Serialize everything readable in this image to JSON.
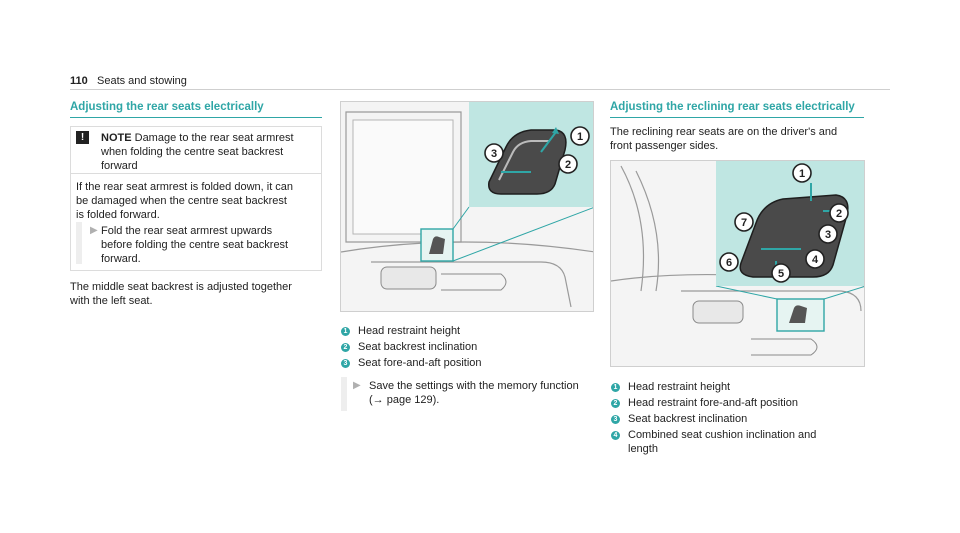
{
  "header": {
    "page_number": "110",
    "title": "Seats and stowing"
  },
  "col1": {
    "title": "Adjusting the rear seats electrically",
    "note_label": "NOTE",
    "note_heading": "Damage to the rear seat armrest when folding the centre seat backrest forward",
    "note_line1": "Damage to the rear seat armrest",
    "note_line2": "when folding the centre seat backrest",
    "note_line3": "forward",
    "warn_line1": "If the rear seat armrest is folded down, it can",
    "warn_line2": "be damaged when the centre seat backrest",
    "warn_line3": "is folded forward.",
    "action_line1": "Fold the rear seat armrest upwards",
    "action_line2": "before folding the centre seat backrest",
    "action_line3": "forward.",
    "para_line1": "The middle seat backrest is adjusted together",
    "para_line2": "with the left seat."
  },
  "col2": {
    "legend": [
      {
        "num": "1",
        "text": "Head restraint height"
      },
      {
        "num": "2",
        "text": "Seat backrest inclination"
      },
      {
        "num": "3",
        "text": "Seat fore-and-aft position"
      }
    ],
    "action_line1": "Save the settings with the memory function",
    "action_line2": "(→ page 129)."
  },
  "col3": {
    "title": "Adjusting the reclining rear seats electrically",
    "intro_line1": "The reclining rear seats are on the driver's and",
    "intro_line2": "front passenger sides.",
    "legend": [
      {
        "num": "1",
        "text": "Head restraint height"
      },
      {
        "num": "2",
        "text": "Head restraint fore-and-aft position"
      },
      {
        "num": "3",
        "text": "Seat backrest inclination"
      },
      {
        "num": "4",
        "text": "Combined seat cushion inclination and"
      }
    ],
    "legend4_cont": "length"
  },
  "figure1": {
    "callouts": [
      "1",
      "2",
      "3"
    ]
  },
  "figure2": {
    "callouts": [
      "1",
      "2",
      "3",
      "4",
      "5",
      "6",
      "7"
    ]
  },
  "colors": {
    "accent": "#2fa6a6",
    "panel": "#bfe6e2"
  }
}
